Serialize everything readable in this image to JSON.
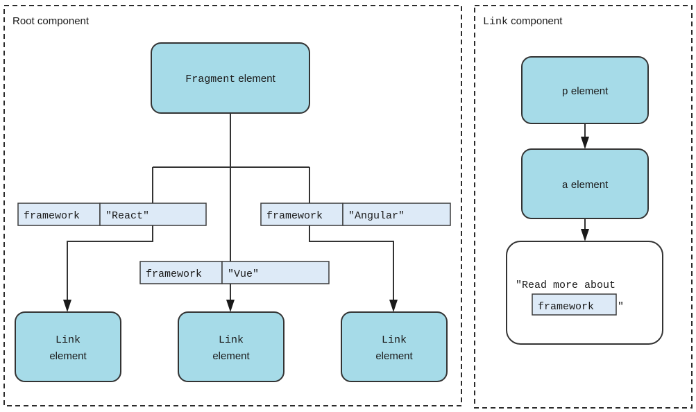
{
  "colors": {
    "node_fill": "#a6dbe8",
    "node_stroke": "#333333",
    "prop_fill": "#ddeaf7",
    "prop_stroke": "#3a3a3a",
    "panel_stroke": "#2b2b2b",
    "text_box_fill": "#ffffff",
    "text": "#1a1a1a",
    "background": "#ffffff"
  },
  "panels": {
    "root": {
      "label_mono": "",
      "label_sans": "Root component"
    },
    "link": {
      "label_mono": "Link",
      "label_sans": " component"
    }
  },
  "root_tree": {
    "fragment": {
      "mono": "Fragment",
      "sans": " element"
    },
    "props": [
      {
        "name": "framework",
        "value": "\"React\""
      },
      {
        "name": "framework",
        "value": "\"Angular\""
      },
      {
        "name": "framework",
        "value": "\"Vue\""
      }
    ],
    "leaves": [
      {
        "mono": "Link",
        "sans": "element"
      },
      {
        "mono": "Link",
        "sans": "element"
      },
      {
        "mono": "Link",
        "sans": "element"
      }
    ]
  },
  "link_tree": {
    "nodes": [
      {
        "mono": "p",
        "sans": " element"
      },
      {
        "mono": "a",
        "sans": " element"
      }
    ],
    "text_node": {
      "line1": "\"Read more about",
      "chip": "framework",
      "closing_quote": "\""
    }
  }
}
